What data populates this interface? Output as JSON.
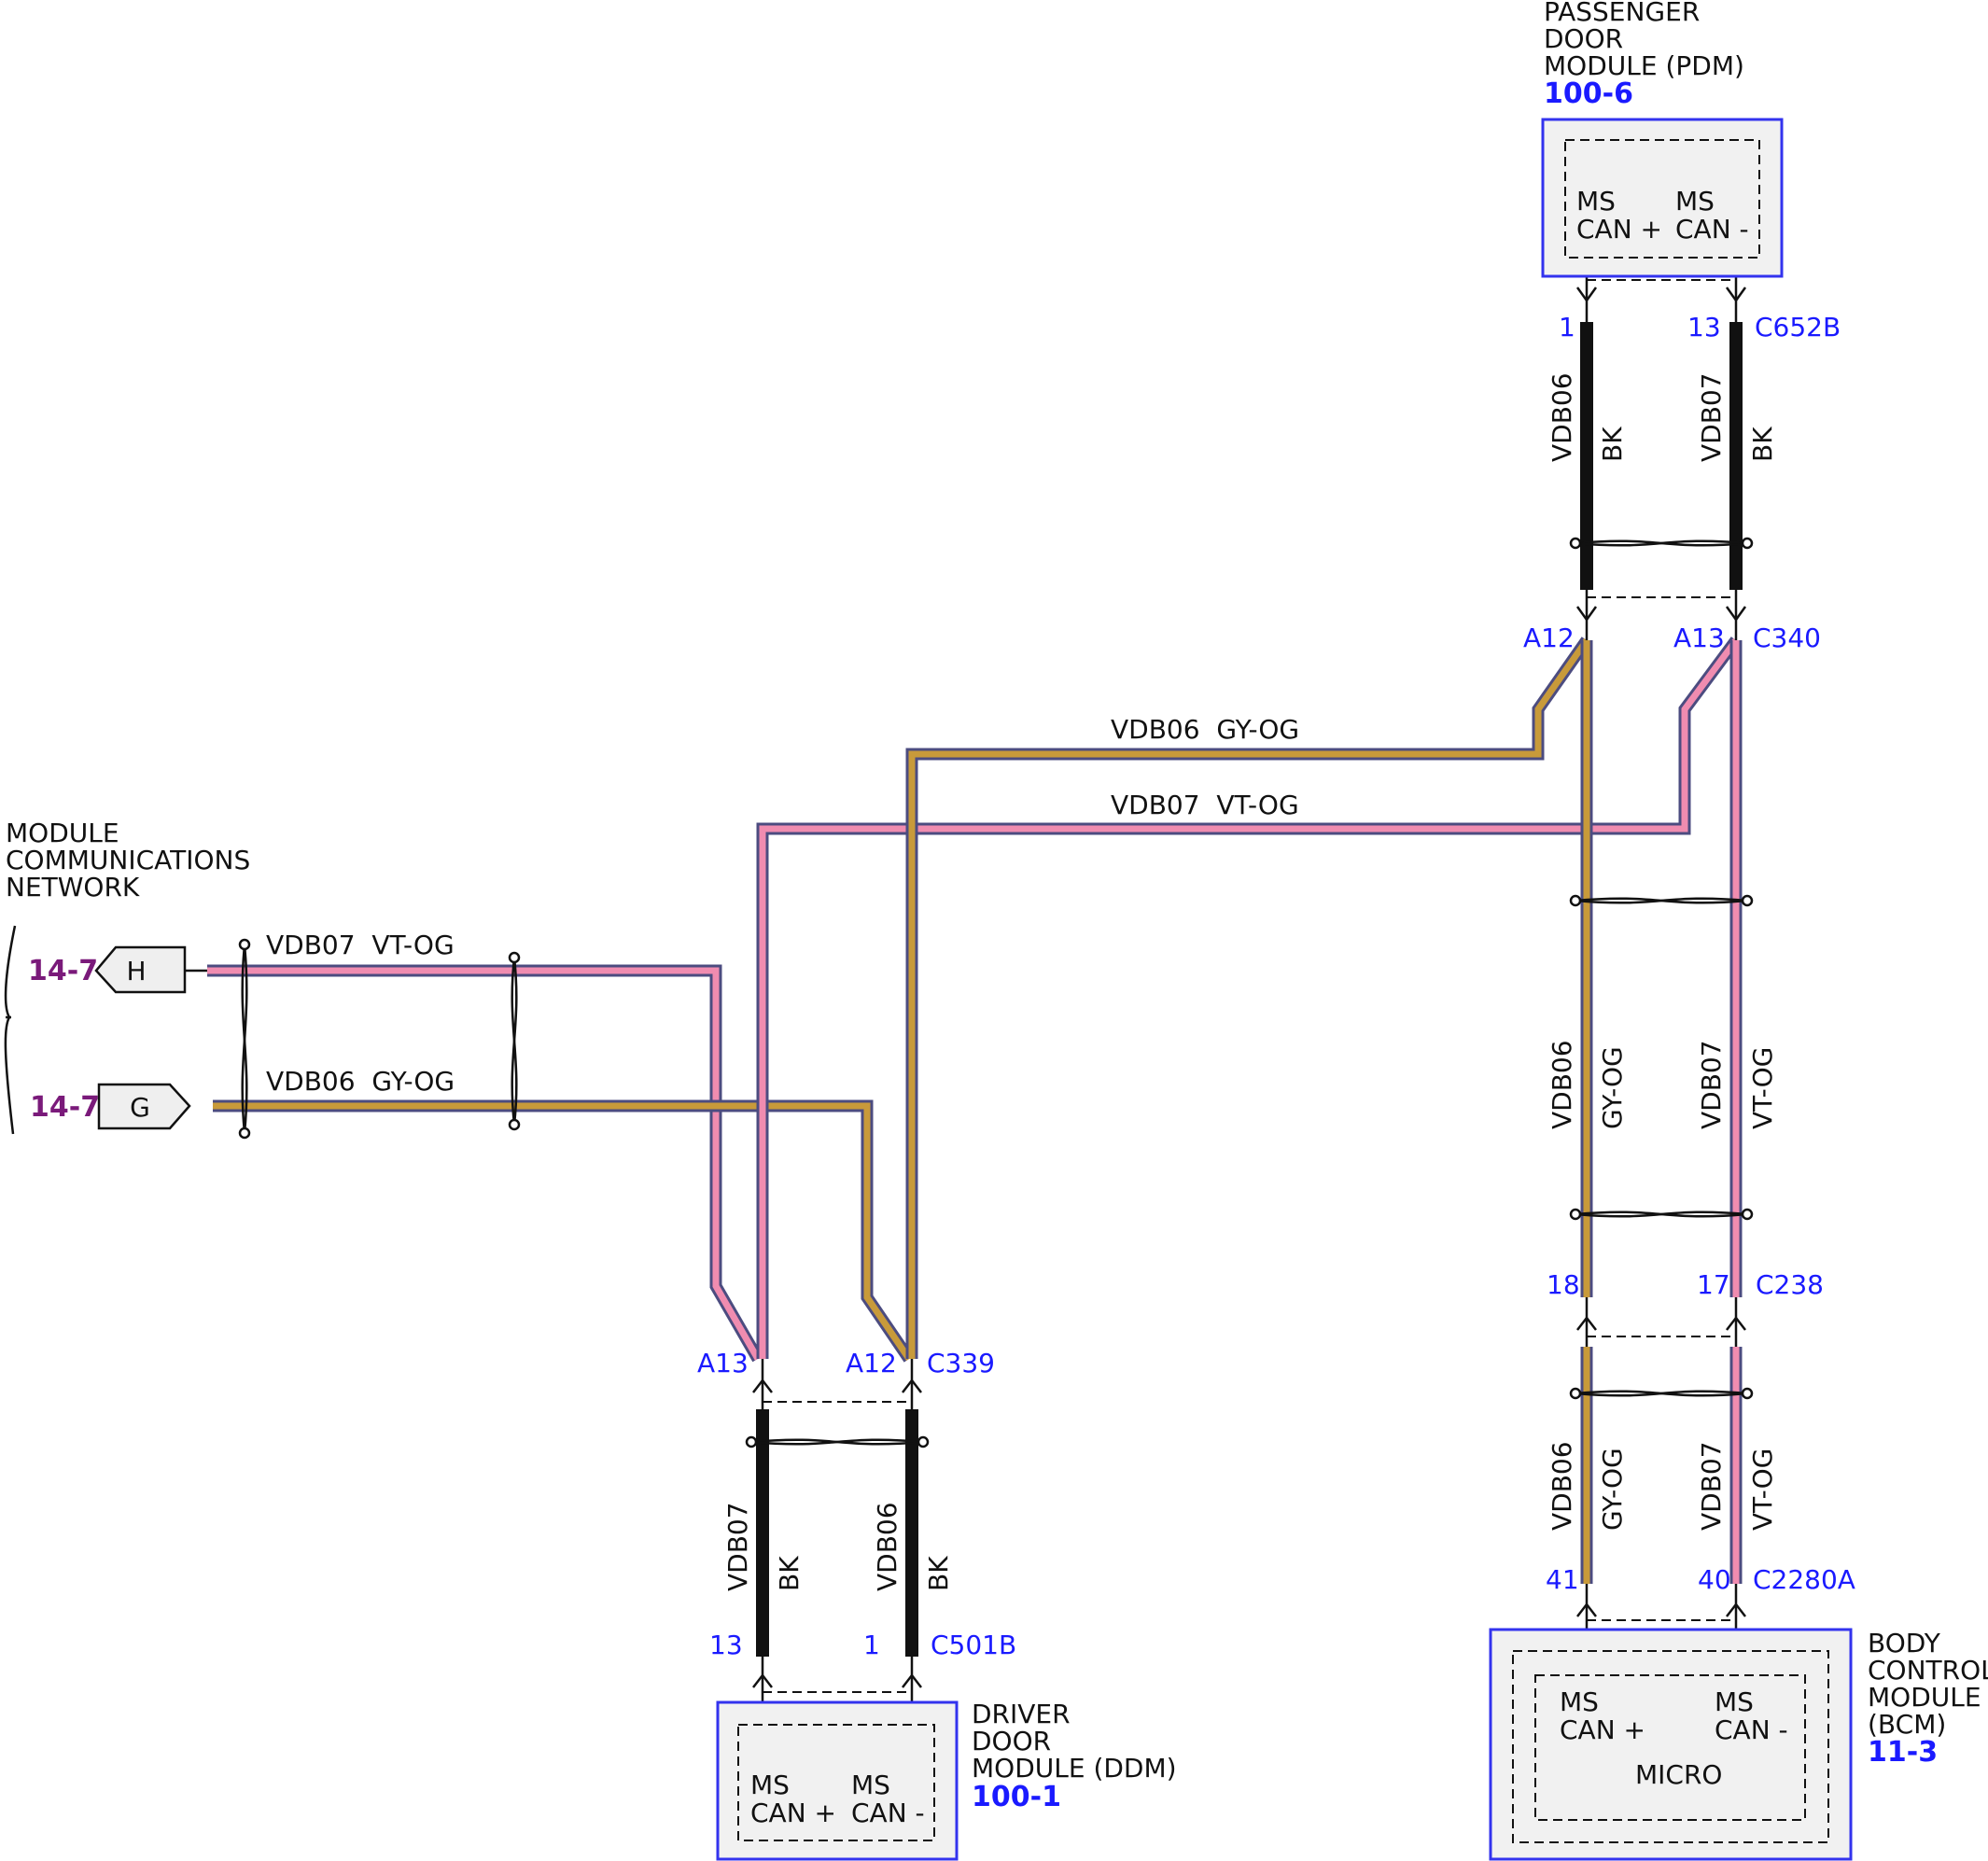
{
  "network": {
    "title_lines": [
      "MODULE",
      "COMMUNICATIONS",
      "NETWORK"
    ],
    "h_ref": "14-7",
    "h_letter": "H",
    "g_ref": "14-7",
    "g_letter": "G"
  },
  "wires": {
    "vdb07_circuit": "VDB07",
    "vdb06_circuit": "VDB06",
    "vt_og": "VT-OG",
    "gy_og": "GY-OG",
    "bk": "BK",
    "label_vdb07_vtog": "VDB07  VT-OG",
    "label_vdb06_gyog": "VDB06  GY-OG"
  },
  "pdm": {
    "title_lines": [
      "PASSENGER",
      "DOOR",
      "MODULE (PDM)"
    ],
    "ref": "100-6",
    "pin_left": [
      "MS",
      "CAN +"
    ],
    "pin_right": [
      "MS",
      "CAN -"
    ],
    "connector": "C652B",
    "pins": [
      "1",
      "13"
    ]
  },
  "ddm": {
    "title_lines": [
      "DRIVER",
      "DOOR",
      "MODULE (DDM)"
    ],
    "ref": "100-1",
    "pin_left": [
      "MS",
      "CAN +"
    ],
    "pin_right": [
      "MS",
      "CAN -"
    ],
    "connector": "C501B",
    "pins": [
      "13",
      "1"
    ]
  },
  "bcm": {
    "title_lines": [
      "BODY",
      "CONTROL",
      "MODULE",
      "(BCM)"
    ],
    "ref": "11-3",
    "pin_left": [
      "MS",
      "CAN +"
    ],
    "pin_right": [
      "MS",
      "CAN -"
    ],
    "micro": "MICRO",
    "connector": "C2280A",
    "pins": [
      "41",
      "40"
    ]
  },
  "c340": {
    "name": "C340",
    "pins": [
      "A12",
      "A13"
    ]
  },
  "c339": {
    "name": "C339",
    "pins": [
      "A13",
      "A12"
    ]
  },
  "c238": {
    "name": "C238",
    "pins": [
      "18",
      "17"
    ]
  },
  "colors": {
    "vt_og_fill": "#f08cb0",
    "gy_og_fill": "#c89a3a",
    "wire_edge": "#4c4c80",
    "pin_text": "#1a1aff",
    "page_ref": "#7a1a7a"
  }
}
